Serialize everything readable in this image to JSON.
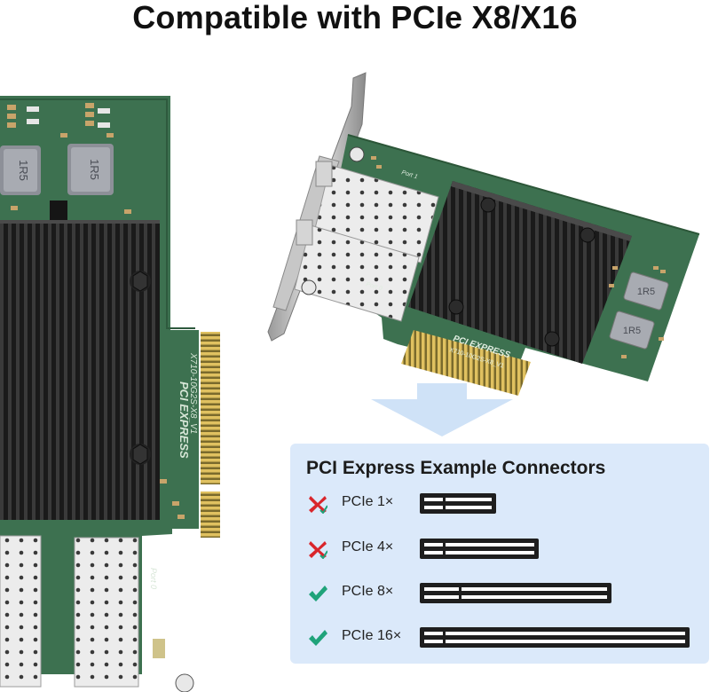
{
  "title": "Compatible with PCIe X8/X16",
  "card_markings": {
    "brand": "PCI EXPRESS",
    "model_vertical": "X710-10G2S-X8_V1",
    "model_small": "X710-10G2S-X8_V1",
    "port_top": "Port 1",
    "port_bottom": "Port 0",
    "port_left": "Port 0",
    "inductor": "1R5"
  },
  "connector_panel": {
    "heading": "PCI Express Example Connectors",
    "rows": [
      {
        "label": "PCIe 1×",
        "compatible": false,
        "mark_icon": "red-x-icon"
      },
      {
        "label": "PCIe 4×",
        "compatible": false,
        "mark_icon": "red-x-icon"
      },
      {
        "label": "PCIe 8×",
        "compatible": true,
        "mark_icon": "green-check-icon"
      },
      {
        "label": "PCIe 16×",
        "compatible": true,
        "mark_icon": "green-check-icon"
      }
    ]
  },
  "colors": {
    "pcb_green": "#3c6f4f",
    "heatsink": "#1c1c1c",
    "gold_contacts": "#c9a83e",
    "panel_bg": "#dbe9fa",
    "red_mark": "#d9252b",
    "green_mark": "#1fa37a"
  }
}
